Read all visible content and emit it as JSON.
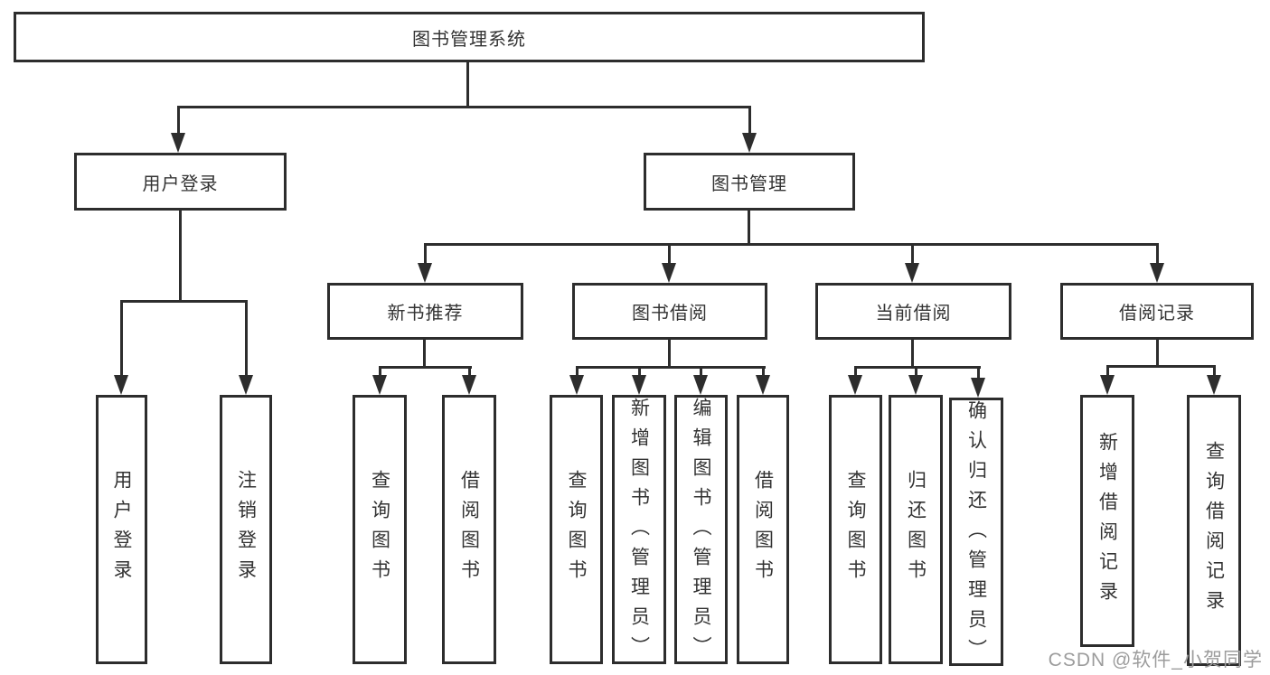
{
  "diagram": {
    "type": "tree",
    "background": "#ffffff",
    "line_color": "#2d2d2d",
    "box_border_color": "#2d2d2d",
    "text_color": "#333333",
    "root": {
      "label": "图书管理系统"
    },
    "branches": [
      {
        "label": "用户登录",
        "children": [
          {
            "label": "用户登录"
          },
          {
            "label": "注销登录"
          }
        ]
      },
      {
        "label": "图书管理",
        "children": [
          {
            "label": "新书推荐",
            "children": [
              {
                "label": "查询图书"
              },
              {
                "label": "借阅图书"
              }
            ]
          },
          {
            "label": "图书借阅",
            "children": [
              {
                "label": "查询图书"
              },
              {
                "label": "新增图书（管理员）"
              },
              {
                "label": "编辑图书（管理员）"
              },
              {
                "label": "借阅图书"
              }
            ]
          },
          {
            "label": "当前借阅",
            "children": [
              {
                "label": "查询图书"
              },
              {
                "label": "归还图书"
              },
              {
                "label": "确认归还（管理员）"
              }
            ]
          },
          {
            "label": "借阅记录",
            "children": [
              {
                "label": "新增借阅记录"
              },
              {
                "label": "查询借阅记录"
              }
            ]
          }
        ]
      }
    ]
  },
  "watermark": {
    "text": "CSDN @软件_小贺同学",
    "color": "#9c9c9c"
  }
}
